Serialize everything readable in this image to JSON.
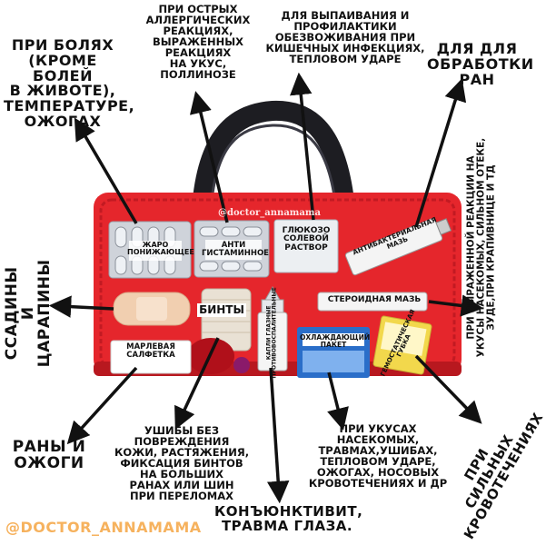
{
  "labels": {
    "pain": "ПРИ БОЛЯХ\n(КРОМЕ БОЛЕЙ\nВ ЖИВОТЕ),\nТЕМПЕРАТУРЕ,\nОЖОГАХ",
    "allergy": "ПРИ ОСТРЫХ\nАЛЛЕРГИЧЕСКИХ\nРЕАКЦИЯХ,\nВЫРАЖЕННЫХ\nРЕАКЦИЯХ\nНА УКУС,\nПОЛЛИНОЗЕ",
    "rehydration": "ДЛЯ ВЫПАИВАНИЯ И\nПРОФИЛАКТИКИ\nОБЕЗВОЖИВАНИЯ ПРИ\nКИШЕЧНЫХ ИНФЕКЦИЯХ,\nТЕПЛОВОМ УДАРЕ",
    "wounds_treatment": "ДЛЯ ДЛЯ\nОБРАБОТКИ\nРАН",
    "insect_reaction": "ПРИ ВЫРАЖЕННОЙ РЕАКЦИИ НА\nУКУСЫ НАСЕКОМЫХ, СИЛЬНОМ ОТЕКЕ,\nЗУДЕ,ПРИ КРАПИВНИЦЕ И ТД",
    "abrasions": "ССАДИНЫ\nИ ЦАРАПИНЫ",
    "wounds_burns": "РАНЫ И\nОЖОГИ",
    "bruises": "УШИБЫ БЕЗ\nПОВРЕЖДЕНИЯ\nКОЖИ, РАСТЯЖЕНИЯ,\nФИКСАЦИЯ БИНТОВ\nНА БОЛЬШИХ\nРАНАХ ИЛИ ШИН\nПРИ ПЕРЕЛОМАХ",
    "conjunctivitis": "КОНЪЮНКТИВИТ,\nТРАВМА ГЛАЗА.",
    "insect_bites": "ПРИ УКУСАХ\nНАСЕКОМЫХ,\nТРАВМАХ,УШИБАХ,\nТЕПЛОВОМ УДАРЕ,\nОЖОГАХ, НОСОВЫХ\nКРОВОТЕЧЕНИЯХ И ДР",
    "bleeding": "ПРИ\nСИЛЬНЫХ\nКРОВОТЕЧЕНИЯХ"
  },
  "items": {
    "antipyretic": "ЖАРО\nПОНИЖАЮЩЕЕ",
    "antihistamine": "АНТИ\nГИСТАМИННОЕ",
    "glucose": "ГЛЮКОЗО\nСОЛЕВОЙ\nРАСТВОР",
    "antibacterial": "АНТИБАКТЕРИАЛЬНАЯ\nМАЗЬ",
    "steroid": "СТЕРОИДНАЯ МАЗЬ",
    "bandages": "БИНТЫ",
    "gauze": "МАРЛЕВАЯ\nСАЛФЕТКА",
    "eye_drops": "КАПЛИ ГЛАЗНЫЕ\nПРОТИВОВОСПАЛИТЕЛЬНЫЕ",
    "cooling": "ОХЛАЖДАЮЩИЙ\nПАКЕТ",
    "hemostatic": "ГЕМОСТАТИЧЕСКАЯ\nГУБКА"
  },
  "bag_handle_text": "@doctor_annamama",
  "watermark": "@DOCTOR_ANNAMAMA",
  "colors": {
    "bag": "#e5262c",
    "bag_dark": "#c21a22",
    "handle": "#1d1d22",
    "text": "#111111",
    "watermark": "#f6b25e"
  }
}
